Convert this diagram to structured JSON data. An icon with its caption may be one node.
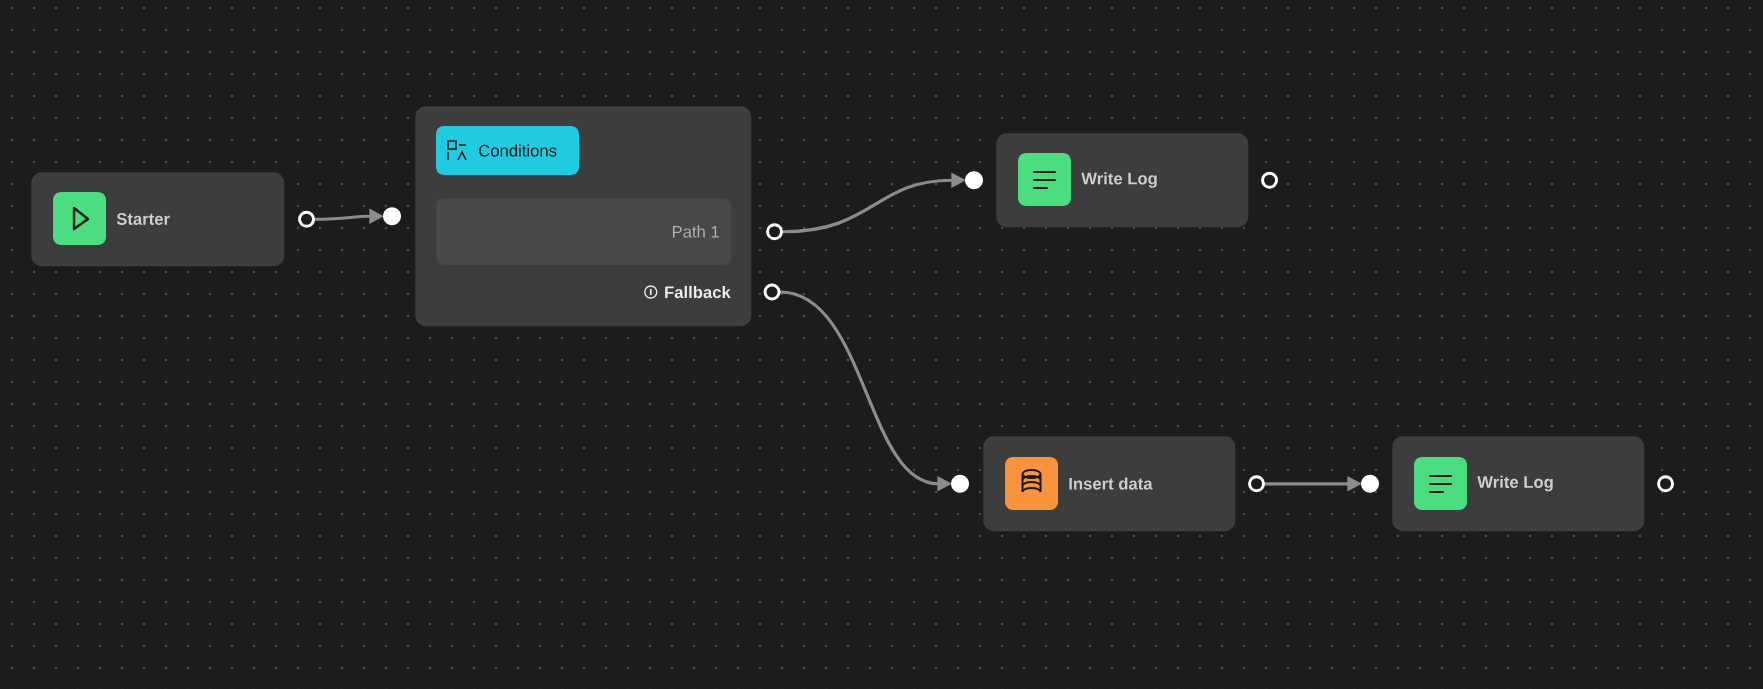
{
  "diagram": {
    "nodes": [
      {
        "text": [
          "Starter"
        ]
      },
      {
        "text": [
          "Conditions"
        ]
      },
      {
        "text": [
          "Path 1"
        ],
        "in": 1
      },
      {
        "text": [
          "Fallback"
        ],
        "in": 1
      },
      {
        "text": [
          "Write Log"
        ]
      },
      {
        "text": [
          "Insert data"
        ]
      },
      {
        "text": [
          "Write Log"
        ]
      }
    ],
    "edges": [
      {
        "from": 0,
        "to": 1,
        "arrow": "to"
      },
      {
        "from": 2,
        "to": 4,
        "arrow": "to"
      },
      {
        "from": 3,
        "to": 5,
        "arrow": "to"
      },
      {
        "from": 5,
        "to": 6,
        "arrow": "to"
      }
    ]
  }
}
